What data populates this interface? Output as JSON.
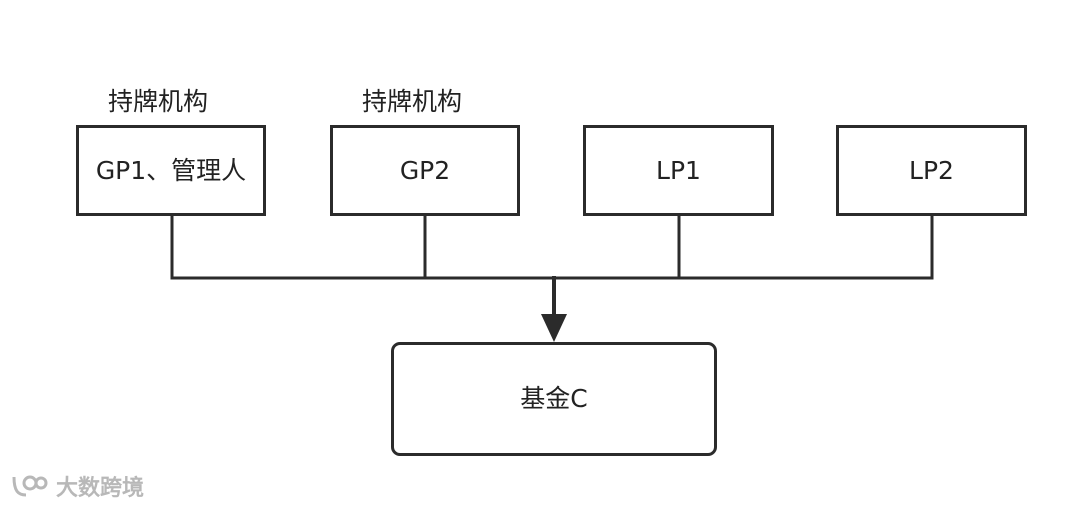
{
  "colors": {
    "line": "#2b2b2b",
    "text": "#222222",
    "watermark": "#b8b8b8"
  },
  "labels": {
    "gp1_tag": "持牌机构",
    "gp2_tag": "持牌机构"
  },
  "nodes": {
    "gp1": "GP1、管理人",
    "gp2": "GP2",
    "lp1": "LP1",
    "lp2": "LP2",
    "fund": "基金C"
  },
  "watermark": {
    "text": "大数跨境",
    "icon": "brand-logo-icon"
  }
}
